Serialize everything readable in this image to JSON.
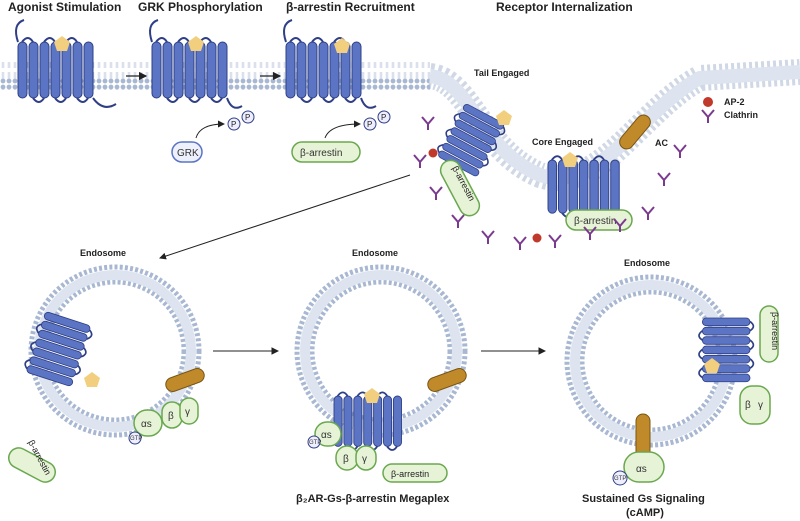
{
  "headers": {
    "agonist": "Agonist Stimulation",
    "grk_phos": "GRK Phosphorylation",
    "arrestin_recruit": "β-arrestin Recruitment",
    "internalization": "Receptor Internalization"
  },
  "labels": {
    "tail_engaged": "Tail Engaged",
    "core_engaged": "Core Engaged",
    "ac": "AC",
    "grk": "GRK",
    "beta_arrestin": "β-arrestin",
    "p": "P",
    "endosome": "Endosome",
    "gtp": "GTP",
    "alpha_s": "αs",
    "beta": "β",
    "gamma": "γ"
  },
  "legend": {
    "ap2": "AP-2",
    "clathrin": "Clathrin"
  },
  "captions": {
    "megaplex": "β₂AR-Gs-β-arrestin Megaplex",
    "sustained_line1": "Sustained Gs Signaling",
    "sustained_line2": "(cAMP)"
  },
  "colors": {
    "receptor": "#5b74c4",
    "receptor_stroke": "#2f3f86",
    "ligand": "#f2cf7e",
    "membrane_head": "#a9b8d2",
    "arrestin_fill": "#e6f3d6",
    "arrestin_stroke": "#6aa84f",
    "ac": "#c08a2a",
    "ap2": "#c0392b",
    "clathrin": "#7b3a8f"
  }
}
